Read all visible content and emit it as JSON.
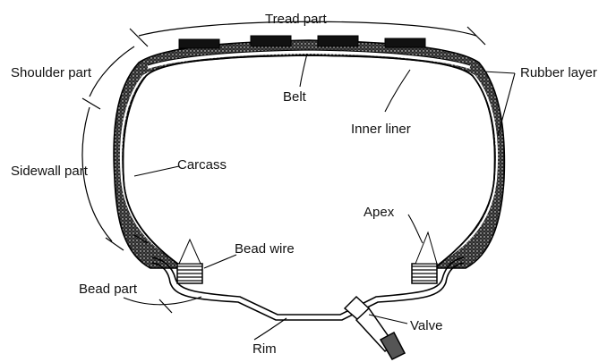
{
  "labels": {
    "tread": "Tread part",
    "shoulder": "Shoulder part",
    "sidewall": "Sidewall part",
    "bead_part": "Bead part",
    "belt": "Belt",
    "inner_liner": "Inner liner",
    "rubber_layer": "Rubber layer",
    "carcass": "Carcass",
    "apex": "Apex",
    "bead_wire": "Bead wire",
    "valve": "Valve",
    "rim": "Rim"
  }
}
